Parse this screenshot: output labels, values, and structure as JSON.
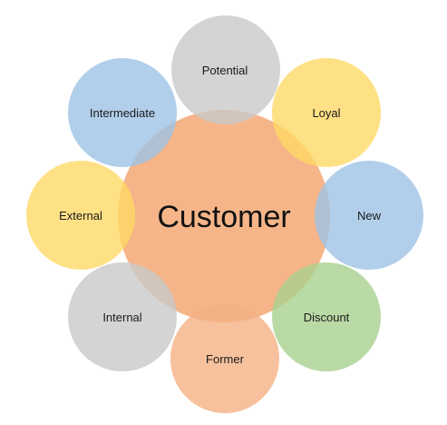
{
  "diagram": {
    "center": {
      "label": "Customer",
      "color": "#F4B183"
    },
    "satellites": [
      {
        "key": "potential",
        "label": "Potential",
        "color": "#C9C9C9"
      },
      {
        "key": "loyal",
        "label": "Loyal",
        "color": "#FFD966"
      },
      {
        "key": "new",
        "label": "New",
        "color": "#9DC3E6"
      },
      {
        "key": "discount",
        "label": "Discount",
        "color": "#A9D18E"
      },
      {
        "key": "former",
        "label": "Former",
        "color": "#F4B183"
      },
      {
        "key": "internal",
        "label": "Internal",
        "color": "#C9C9C9"
      },
      {
        "key": "external",
        "label": "External",
        "color": "#FFD966"
      },
      {
        "key": "intermediate",
        "label": "Intermediate",
        "color": "#9DC3E6"
      }
    ]
  }
}
